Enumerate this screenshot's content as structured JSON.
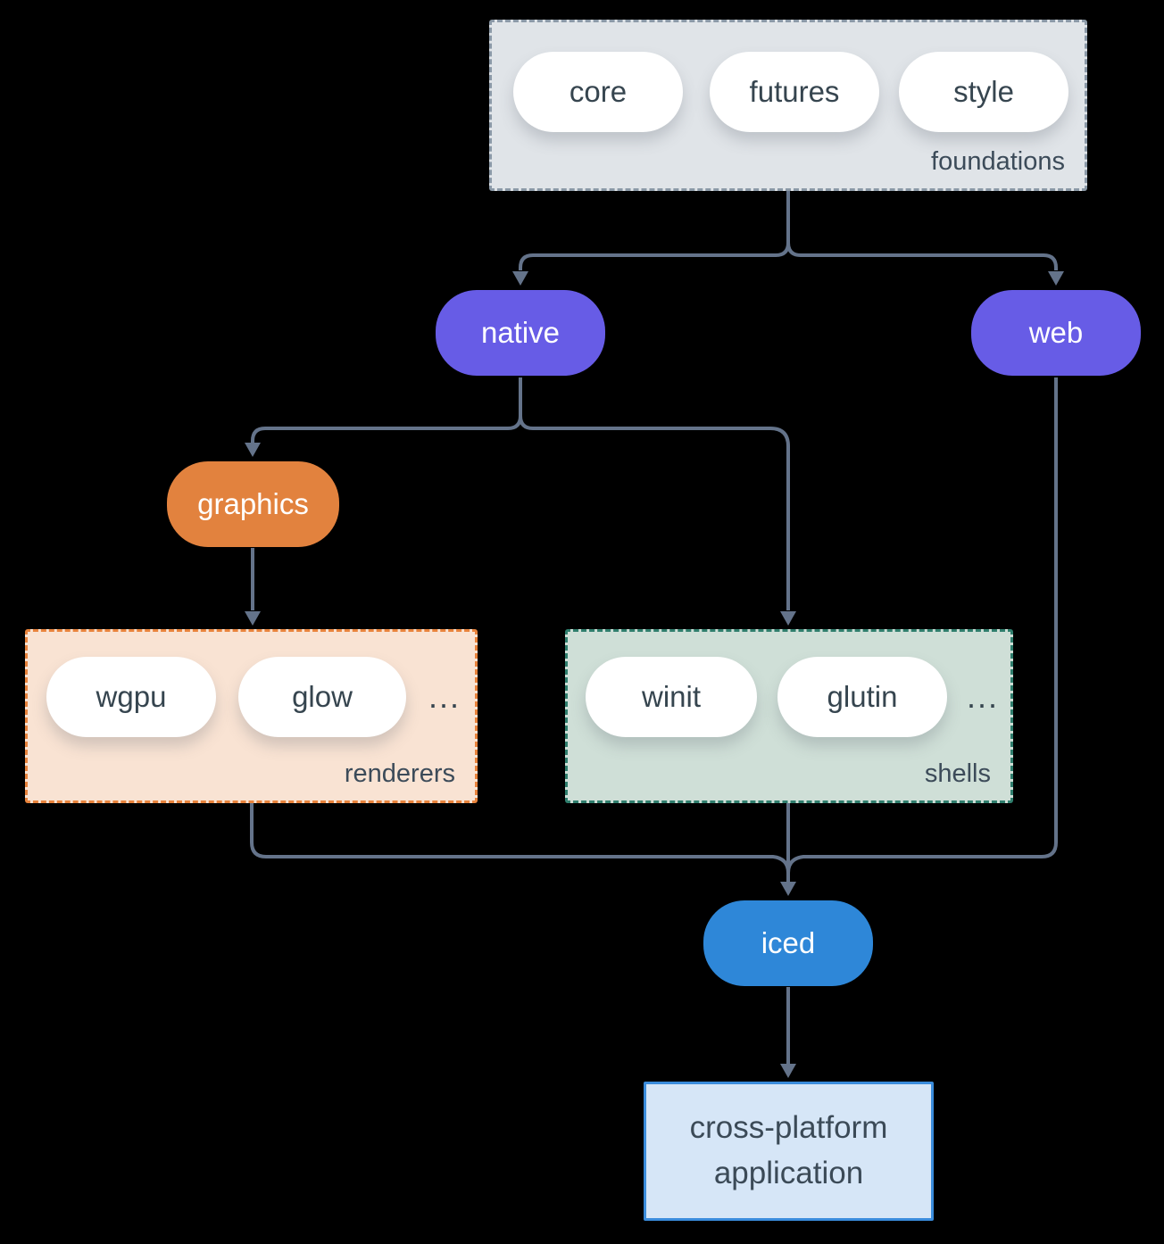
{
  "diagram": {
    "background_color": "#000000",
    "connector_color": "#64738a",
    "groups": {
      "foundations": {
        "label": "foundations",
        "items": [
          "core",
          "futures",
          "style"
        ],
        "bg": "#e0e4e8",
        "border": "#8b99a7"
      },
      "renderers": {
        "label": "renderers",
        "items": [
          "wgpu",
          "glow"
        ],
        "ellipsis": "...",
        "bg": "#f9e3d3",
        "border": "#e8833c"
      },
      "shells": {
        "label": "shells",
        "items": [
          "winit",
          "glutin"
        ],
        "ellipsis": "...",
        "bg": "#cfdfd7",
        "border": "#2f7e6d"
      }
    },
    "nodes": {
      "native": {
        "label": "native",
        "bg": "#675ce6"
      },
      "web": {
        "label": "web",
        "bg": "#675ce6"
      },
      "graphics": {
        "label": "graphics",
        "bg": "#e2823e"
      },
      "iced": {
        "label": "iced",
        "bg": "#2e87d8"
      },
      "application": {
        "lines": [
          "cross-platform",
          "application"
        ],
        "bg": "#d6e6f7",
        "border": "#3a8cdc"
      }
    }
  }
}
